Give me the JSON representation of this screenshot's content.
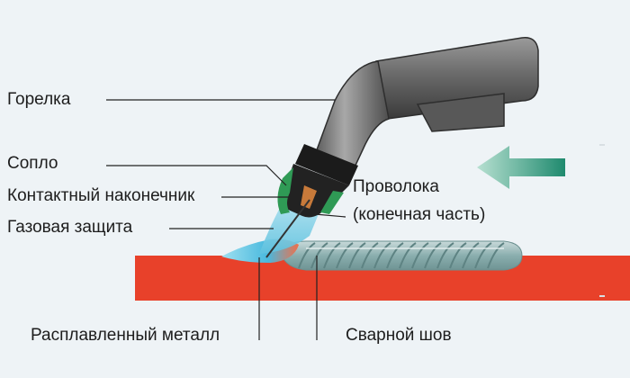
{
  "labels": {
    "torch": "Горелка",
    "nozzle": "Сопло",
    "contact_tip": "Контактный наконечник",
    "gas_shield": "Газовая защита",
    "wire_line1": "Проволока",
    "wire_line2": "(конечная часть)",
    "molten_metal": "Расплавленный металл",
    "weld_seam": "Сварной шов"
  },
  "colors": {
    "background": "#eef3f6",
    "base_metal": "#e8412a",
    "arrow": "#1f8a6e",
    "nozzle_insulator": "#2f9a55",
    "torch_body": "#6e6e6e",
    "weld_bead": "#8ab0b0"
  },
  "icons": {
    "direction": "arrow-left-icon"
  }
}
